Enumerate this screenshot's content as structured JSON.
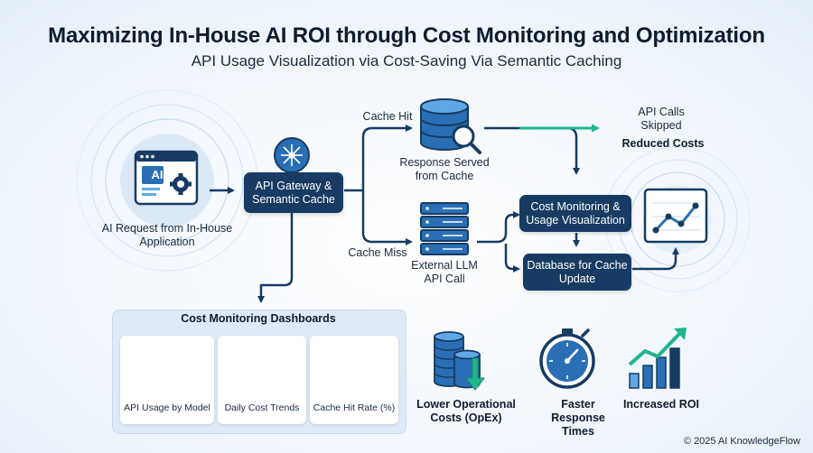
{
  "header": {
    "title": "Maximizing In-House AI ROI through Cost Monitoring and Optimization",
    "subtitle": "API Usage Visualization via Cost-Saving Via Semantic Caching"
  },
  "flow": {
    "request_label": "AI Request from In-House Application",
    "request_icon_text": "AI",
    "gateway_label": "API Gateway & Semantic Cache",
    "cache_hit_label": "Cache Hit",
    "cache_miss_label": "Cache Miss",
    "response_label": "Response Served from Cache",
    "llm_label": "External LLM API Call",
    "monitoring_label": "Cost Monitoring & Usage Visualization",
    "database_label": "Database for Cache Update",
    "skipped_label": "API Calls Skipped",
    "reduced_label": "Reduced Costs"
  },
  "dashboards": {
    "title": "Cost Monitoring Dashboards",
    "cards": [
      {
        "label": "API Usage by Model"
      },
      {
        "label": "Daily Cost Trends"
      },
      {
        "label": "Cache Hit Rate (%)"
      }
    ]
  },
  "benefits": [
    {
      "label": "Lower Operational Costs (OpEx)"
    },
    {
      "label": "Faster Response Times"
    },
    {
      "label": "Increased ROI"
    }
  ],
  "footer": "© 2025 AI KnowledgeFlow",
  "colors": {
    "navy": "#173b63",
    "accent_blue": "#2a6fb5",
    "light_blue": "#5fa8e6",
    "teal": "#1fb58f"
  }
}
